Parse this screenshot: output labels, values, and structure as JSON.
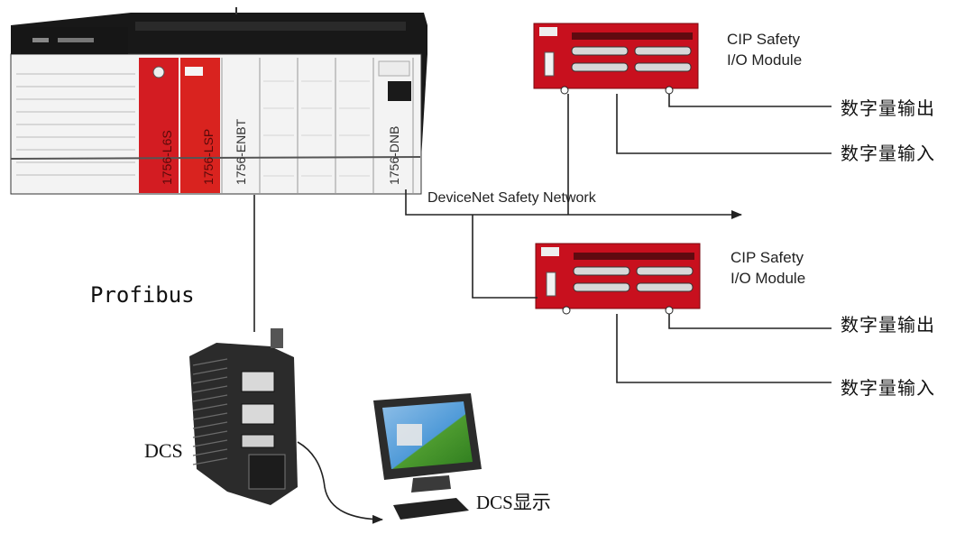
{
  "plc": {
    "slot_labels": [
      "1756-L6S",
      "1756-LSP",
      "1756-ENBT",
      "1756-DNB"
    ]
  },
  "modules": [
    {
      "label_line1": "CIP Safety",
      "label_line2": "I/O Module",
      "output_label": "数字量输出",
      "input_label": "数字量输入"
    },
    {
      "label_line1": "CIP Safety",
      "label_line2": "I/O Module",
      "output_label": "数字量输出",
      "input_label": "数字量输入"
    }
  ],
  "network": {
    "label": "DeviceNet Safety Network"
  },
  "profibus": {
    "label": "Profibus"
  },
  "dcs": {
    "label": "DCS",
    "display_label": "DCS显示"
  },
  "colors": {
    "module_red": "#c8101e",
    "plc_black": "#141414",
    "line": "#222222"
  }
}
